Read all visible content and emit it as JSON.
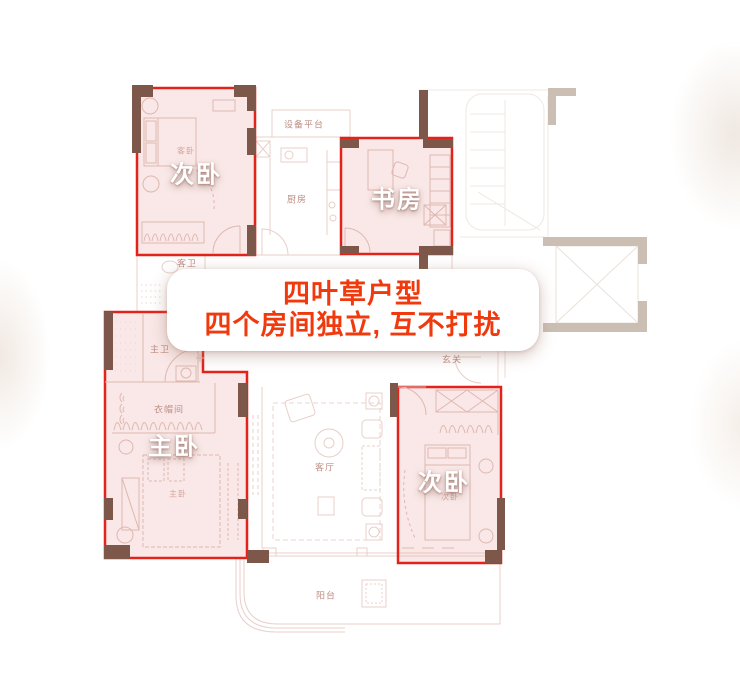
{
  "callout": {
    "line1": "四叶草户型",
    "line2": "四个房间独立, 互不打扰"
  },
  "rooms": {
    "bedroom_top": {
      "label": "次卧",
      "plan_sub": "客卧"
    },
    "study": {
      "label": "书房"
    },
    "master_bedroom": {
      "label": "主卧",
      "plan_sub": "主卧"
    },
    "bedroom_bottom": {
      "label": "次卧",
      "plan_sub": "次卧"
    }
  },
  "plan_labels": {
    "equipment_platform": "设备平台",
    "kitchen": "厨房",
    "guest_bath": "客卫",
    "master_bath": "主卫",
    "cloakroom": "衣帽间",
    "foyer": "玄关",
    "living_room": "客厅",
    "balcony": "阳台"
  },
  "colors": {
    "highlight_border": "#e3231a",
    "highlight_fill": "#f8e7e5",
    "wall_brown": "#7d584a",
    "neighbor_wall": "#cbbfb4",
    "plan_line": "#e8cfc9",
    "callout_text": "#f03a0e"
  }
}
